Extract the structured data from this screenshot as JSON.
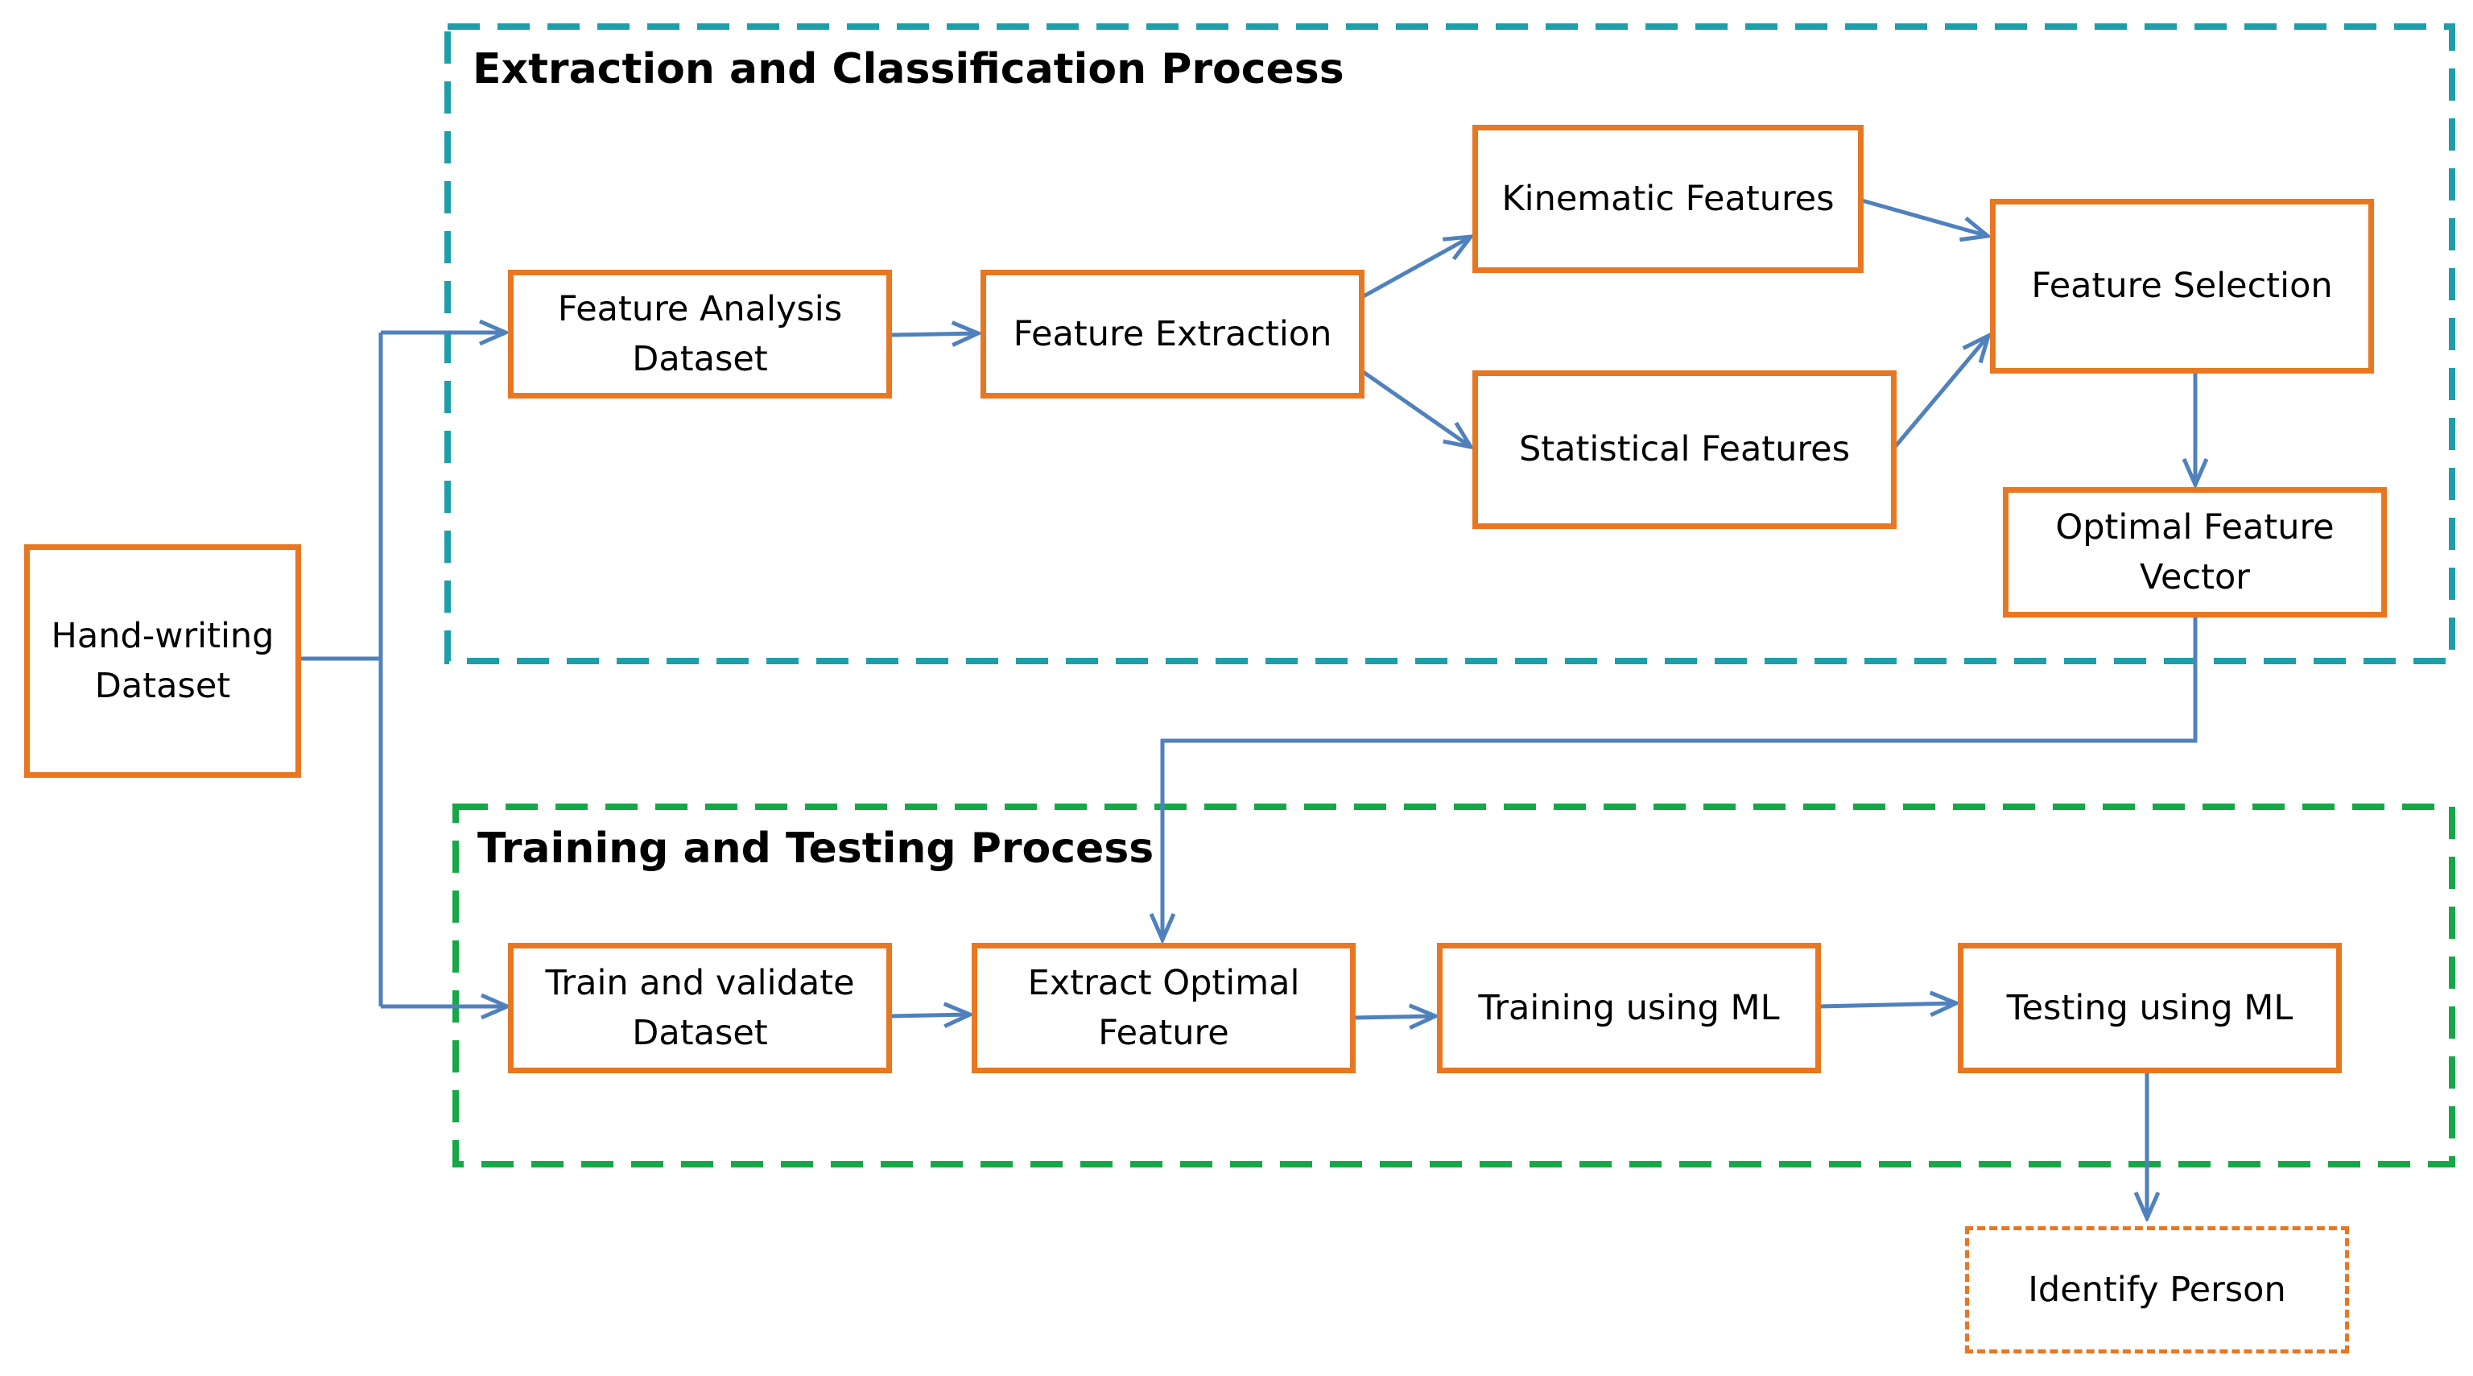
{
  "colors": {
    "node_border": "#E87722",
    "arrow": "#4F81BD",
    "extraction_region": "#1E9EA8",
    "training_region": "#16A846"
  },
  "regions": {
    "extraction": {
      "title": "Extraction and Classification Process"
    },
    "training": {
      "title": "Training and Testing Process"
    }
  },
  "nodes": {
    "handwriting_dataset": "Hand-writing\nDataset",
    "feature_analysis_dataset": "Feature Analysis\nDataset",
    "feature_extraction": "Feature Extraction",
    "kinematic_features": "Kinematic Features",
    "statistical_features": "Statistical Features",
    "feature_selection": "Feature Selection",
    "optimal_feature_vector": "Optimal Feature\nVector",
    "train_validate_dataset": "Train and validate\nDataset",
    "extract_optimal_feature": "Extract Optimal\nFeature",
    "training_ml": "Training using ML",
    "testing_ml": "Testing using ML",
    "identify_person": "Identify Person"
  }
}
